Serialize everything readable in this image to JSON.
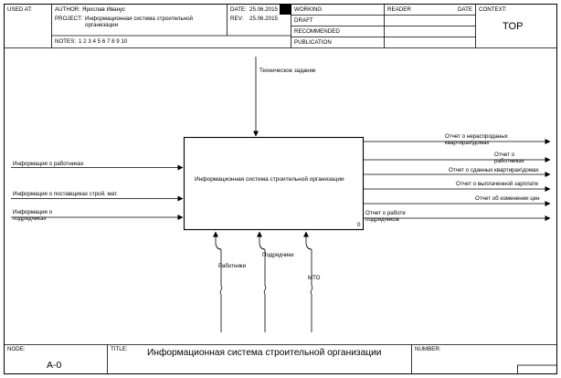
{
  "header": {
    "used_at_label": "USED AT:",
    "author_label": "AUTHOR:",
    "author_value": "Ярослав Иванус",
    "project_label": "PROJECT:",
    "project_value": "Информационная система строительной организации",
    "date_label": "DATE:",
    "date_value": "25.06.2015",
    "rev_label": "REV:",
    "rev_value": "25.06.2015",
    "notes_label": "NOTES:",
    "notes_value": "1 2 3 4 5 6 7 8 9 10",
    "status": [
      "WORKING",
      "DRAFT",
      "RECOMMENDED",
      "PUBLICATION"
    ],
    "reader_label": "READER",
    "reader_date_label": "DATE",
    "context_label": "CONTEXT:",
    "context_value": "TOP"
  },
  "diagram": {
    "function": {
      "name": "Информационная система строительной организации",
      "number": "0"
    },
    "controls": [
      "Техническое задание"
    ],
    "inputs": [
      "Информация о работниках",
      "Информация о поставщиках строй. мат.",
      "Информация о подрядчиках"
    ],
    "outputs": [
      "Отчет о нераспроданых квартирах\\домах",
      "Отчет о работниках",
      "Отчет о сданных квартирах\\домах",
      "Отчет о выплаченной зарплате",
      "Отчет об изменении цен",
      "Отчет о работе подрядчиков"
    ],
    "mechanisms": [
      "Работники",
      "Подрядчики",
      "МТО"
    ]
  },
  "footer": {
    "node_label": "NODE:",
    "node_value": "A-0",
    "title_label": "TITLE:",
    "title_value": "Информационная система строительной организации",
    "number_label": "NUMBER:"
  }
}
